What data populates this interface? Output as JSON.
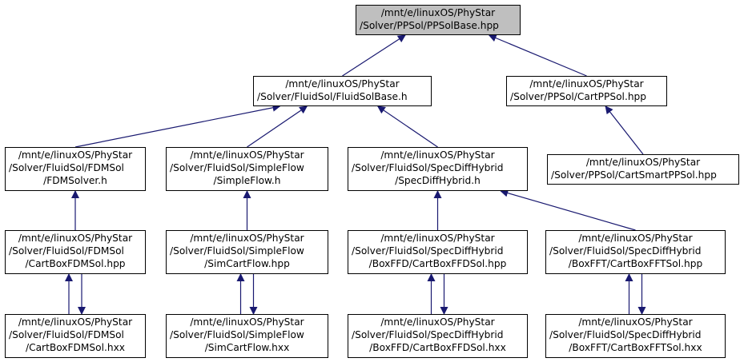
{
  "colors": {
    "edge": "#191970",
    "root_fill": "#bfbfbf",
    "node_fill": "#ffffff",
    "border": "#000000"
  },
  "nodes": {
    "ppsolbase": {
      "lines": [
        "/mnt/e/linuxOS/PhyStar",
        "/Solver/PPSol/PPSolBase.hpp"
      ]
    },
    "fluidsolbase": {
      "lines": [
        "/mnt/e/linuxOS/PhyStar",
        "/Solver/FluidSol/FluidSolBase.h"
      ]
    },
    "cartppsol": {
      "lines": [
        "/mnt/e/linuxOS/PhyStar",
        "/Solver/PPSol/CartPPSol.hpp"
      ]
    },
    "cartsmart": {
      "lines": [
        "/mnt/e/linuxOS/PhyStar",
        "/Solver/PPSol/CartSmartPPSol.hpp"
      ]
    },
    "fdmsolver": {
      "lines": [
        "/mnt/e/linuxOS/PhyStar",
        "/Solver/FluidSol/FDMSol",
        "/FDMSolver.h"
      ]
    },
    "simpleflow": {
      "lines": [
        "/mnt/e/linuxOS/PhyStar",
        "/Solver/FluidSol/SimpleFlow",
        "/SimpleFlow.h"
      ]
    },
    "specdiff": {
      "lines": [
        "/mnt/e/linuxOS/PhyStar",
        "/Solver/FluidSol/SpecDiffHybrid",
        "/SpecDiffHybrid.h"
      ]
    },
    "cartboxfdm_hpp": {
      "lines": [
        "/mnt/e/linuxOS/PhyStar",
        "/Solver/FluidSol/FDMSol",
        "/CartBoxFDMSol.hpp"
      ]
    },
    "simcart_hpp": {
      "lines": [
        "/mnt/e/linuxOS/PhyStar",
        "/Solver/FluidSol/SimpleFlow",
        "/SimCartFlow.hpp"
      ]
    },
    "cartboxffd_hpp": {
      "lines": [
        "/mnt/e/linuxOS/PhyStar",
        "/Solver/FluidSol/SpecDiffHybrid",
        "/BoxFFD/CartBoxFFDSol.hpp"
      ]
    },
    "cartboxfft_hpp": {
      "lines": [
        "/mnt/e/linuxOS/PhyStar",
        "/Solver/FluidSol/SpecDiffHybrid",
        "/BoxFFT/CartBoxFFTSol.hpp"
      ]
    },
    "cartboxfdm_hxx": {
      "lines": [
        "/mnt/e/linuxOS/PhyStar",
        "/Solver/FluidSol/FDMSol",
        "/CartBoxFDMSol.hxx"
      ]
    },
    "simcart_hxx": {
      "lines": [
        "/mnt/e/linuxOS/PhyStar",
        "/Solver/FluidSol/SimpleFlow",
        "/SimCartFlow.hxx"
      ]
    },
    "cartboxffd_hxx": {
      "lines": [
        "/mnt/e/linuxOS/PhyStar",
        "/Solver/FluidSol/SpecDiffHybrid",
        "/BoxFFD/CartBoxFFDSol.hxx"
      ]
    },
    "cartboxfft_hxx": {
      "lines": [
        "/mnt/e/linuxOS/PhyStar",
        "/Solver/FluidSol/SpecDiffHybrid",
        "/BoxFFT/CartBoxFFTSol.hxx"
      ]
    }
  },
  "edges": [
    {
      "from": "fluidsolbase",
      "to": "ppsolbase"
    },
    {
      "from": "cartppsol",
      "to": "ppsolbase"
    },
    {
      "from": "cartsmart",
      "to": "cartppsol"
    },
    {
      "from": "fdmsolver",
      "to": "fluidsolbase"
    },
    {
      "from": "simpleflow",
      "to": "fluidsolbase"
    },
    {
      "from": "specdiff",
      "to": "fluidsolbase"
    },
    {
      "from": "cartboxfdm_hpp",
      "to": "fdmsolver"
    },
    {
      "from": "simcart_hpp",
      "to": "simpleflow"
    },
    {
      "from": "cartboxffd_hpp",
      "to": "specdiff"
    },
    {
      "from": "cartboxfft_hpp",
      "to": "specdiff"
    },
    {
      "from": "cartboxfdm_hxx",
      "to": "cartboxfdm_hpp"
    },
    {
      "from": "cartboxfdm_hpp",
      "to": "cartboxfdm_hxx"
    },
    {
      "from": "simcart_hxx",
      "to": "simcart_hpp"
    },
    {
      "from": "simcart_hpp",
      "to": "simcart_hxx"
    },
    {
      "from": "cartboxffd_hxx",
      "to": "cartboxffd_hpp"
    },
    {
      "from": "cartboxffd_hpp",
      "to": "cartboxffd_hxx"
    },
    {
      "from": "cartboxfft_hxx",
      "to": "cartboxfft_hpp"
    },
    {
      "from": "cartboxfft_hpp",
      "to": "cartboxfft_hxx"
    }
  ]
}
